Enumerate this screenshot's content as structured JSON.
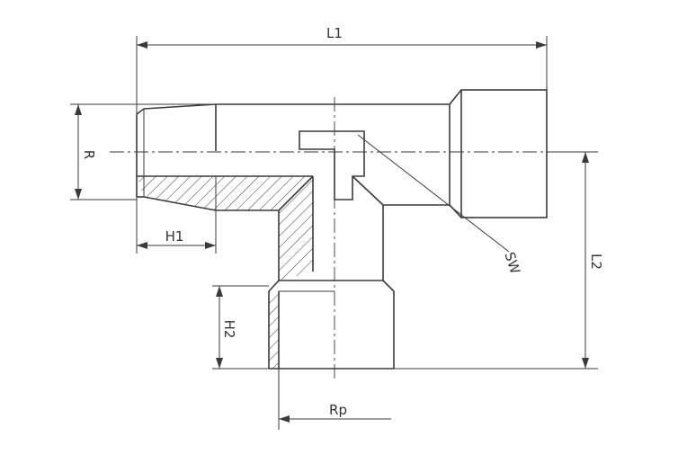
{
  "labels": {
    "l1": "L1",
    "l2": "L2",
    "r": "R",
    "h1": "H1",
    "h2": "H2",
    "sw": "SW",
    "rp": "Rp"
  },
  "colors": {
    "line": "#3a3a3a",
    "background": "#ffffff"
  }
}
